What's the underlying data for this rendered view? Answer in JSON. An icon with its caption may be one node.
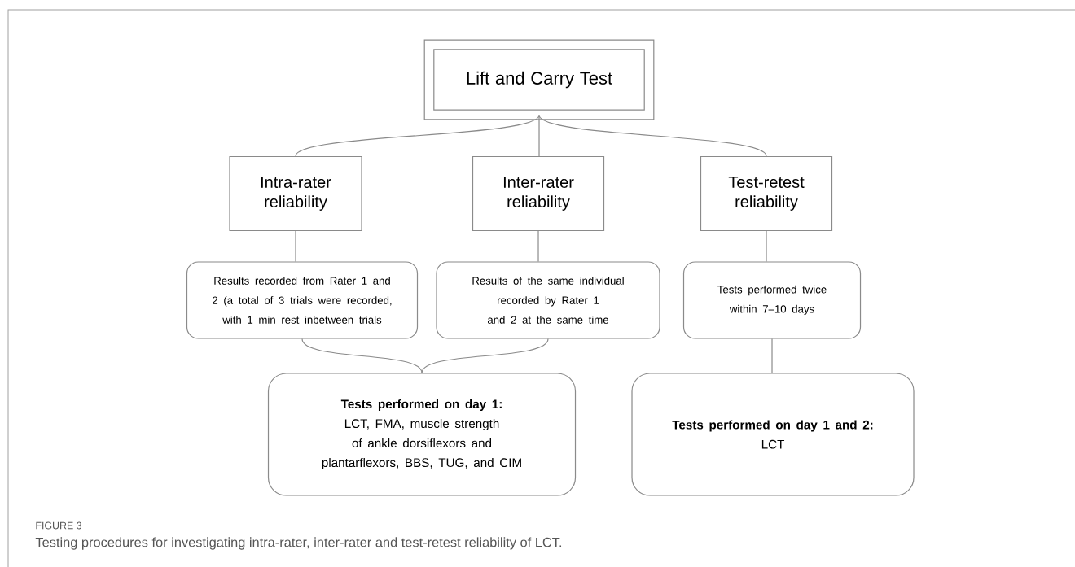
{
  "diagram": {
    "caption": "Testing procedures for investigating intra-rater, inter-rater and test-retest reliability of LCT.",
    "nodes": [
      {
        "text": [
          "Lift and Carry Test"
        ]
      },
      {
        "text": [
          "Intra-rater reliability"
        ]
      },
      {
        "text": [
          "Inter-rater reliability"
        ]
      },
      {
        "text": [
          "Test-retest reliability"
        ]
      },
      {
        "text": [
          "Results recorded from Rater 1 and 2 (a total of 3 trials were recorded, with 1 min rest inbetween trials"
        ]
      },
      {
        "text": [
          "Results of the same individual recorded by Rater 1 and 2 at the same time"
        ]
      },
      {
        "text": [
          "Tests performed twice within 7–10 days"
        ]
      },
      {
        "text": [
          "Tests performed on day 1:",
          "LCT, FMA, muscle strength of ankle dorsiflexors and plantarflexors, BBS, TUG, and CIM"
        ]
      },
      {
        "text": [
          "Tests performed on day 1 and 2:",
          "LCT"
        ]
      }
    ],
    "edges": [
      {
        "from": 0,
        "to": 1,
        "arrow": "none"
      },
      {
        "from": 0,
        "to": 2,
        "arrow": "none"
      },
      {
        "from": 0,
        "to": 3,
        "arrow": "none"
      },
      {
        "from": 1,
        "to": 4,
        "arrow": "none"
      },
      {
        "from": 2,
        "to": 5,
        "arrow": "none"
      },
      {
        "from": 3,
        "to": 6,
        "arrow": "none"
      },
      {
        "from": 4,
        "to": 7,
        "arrow": "none"
      },
      {
        "from": 5,
        "to": 7,
        "arrow": "none"
      },
      {
        "from": 6,
        "to": 8,
        "arrow": "none"
      }
    ],
    "labels": [
      "FIGURE 3"
    ]
  }
}
